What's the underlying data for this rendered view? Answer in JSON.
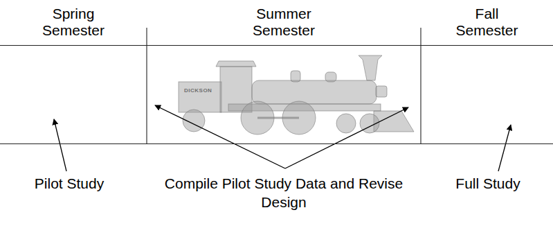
{
  "diagram": {
    "nodes": [
      {
        "text": [
          "Spring Semester"
        ]
      },
      {
        "text": [
          "Summer Semester"
        ]
      },
      {
        "text": [
          "Fall Semester"
        ]
      }
    ],
    "labels": [
      "Pilot Study",
      "Compile Pilot Study Data and Revise Design",
      "Full Study",
      "DICKSON"
    ]
  }
}
